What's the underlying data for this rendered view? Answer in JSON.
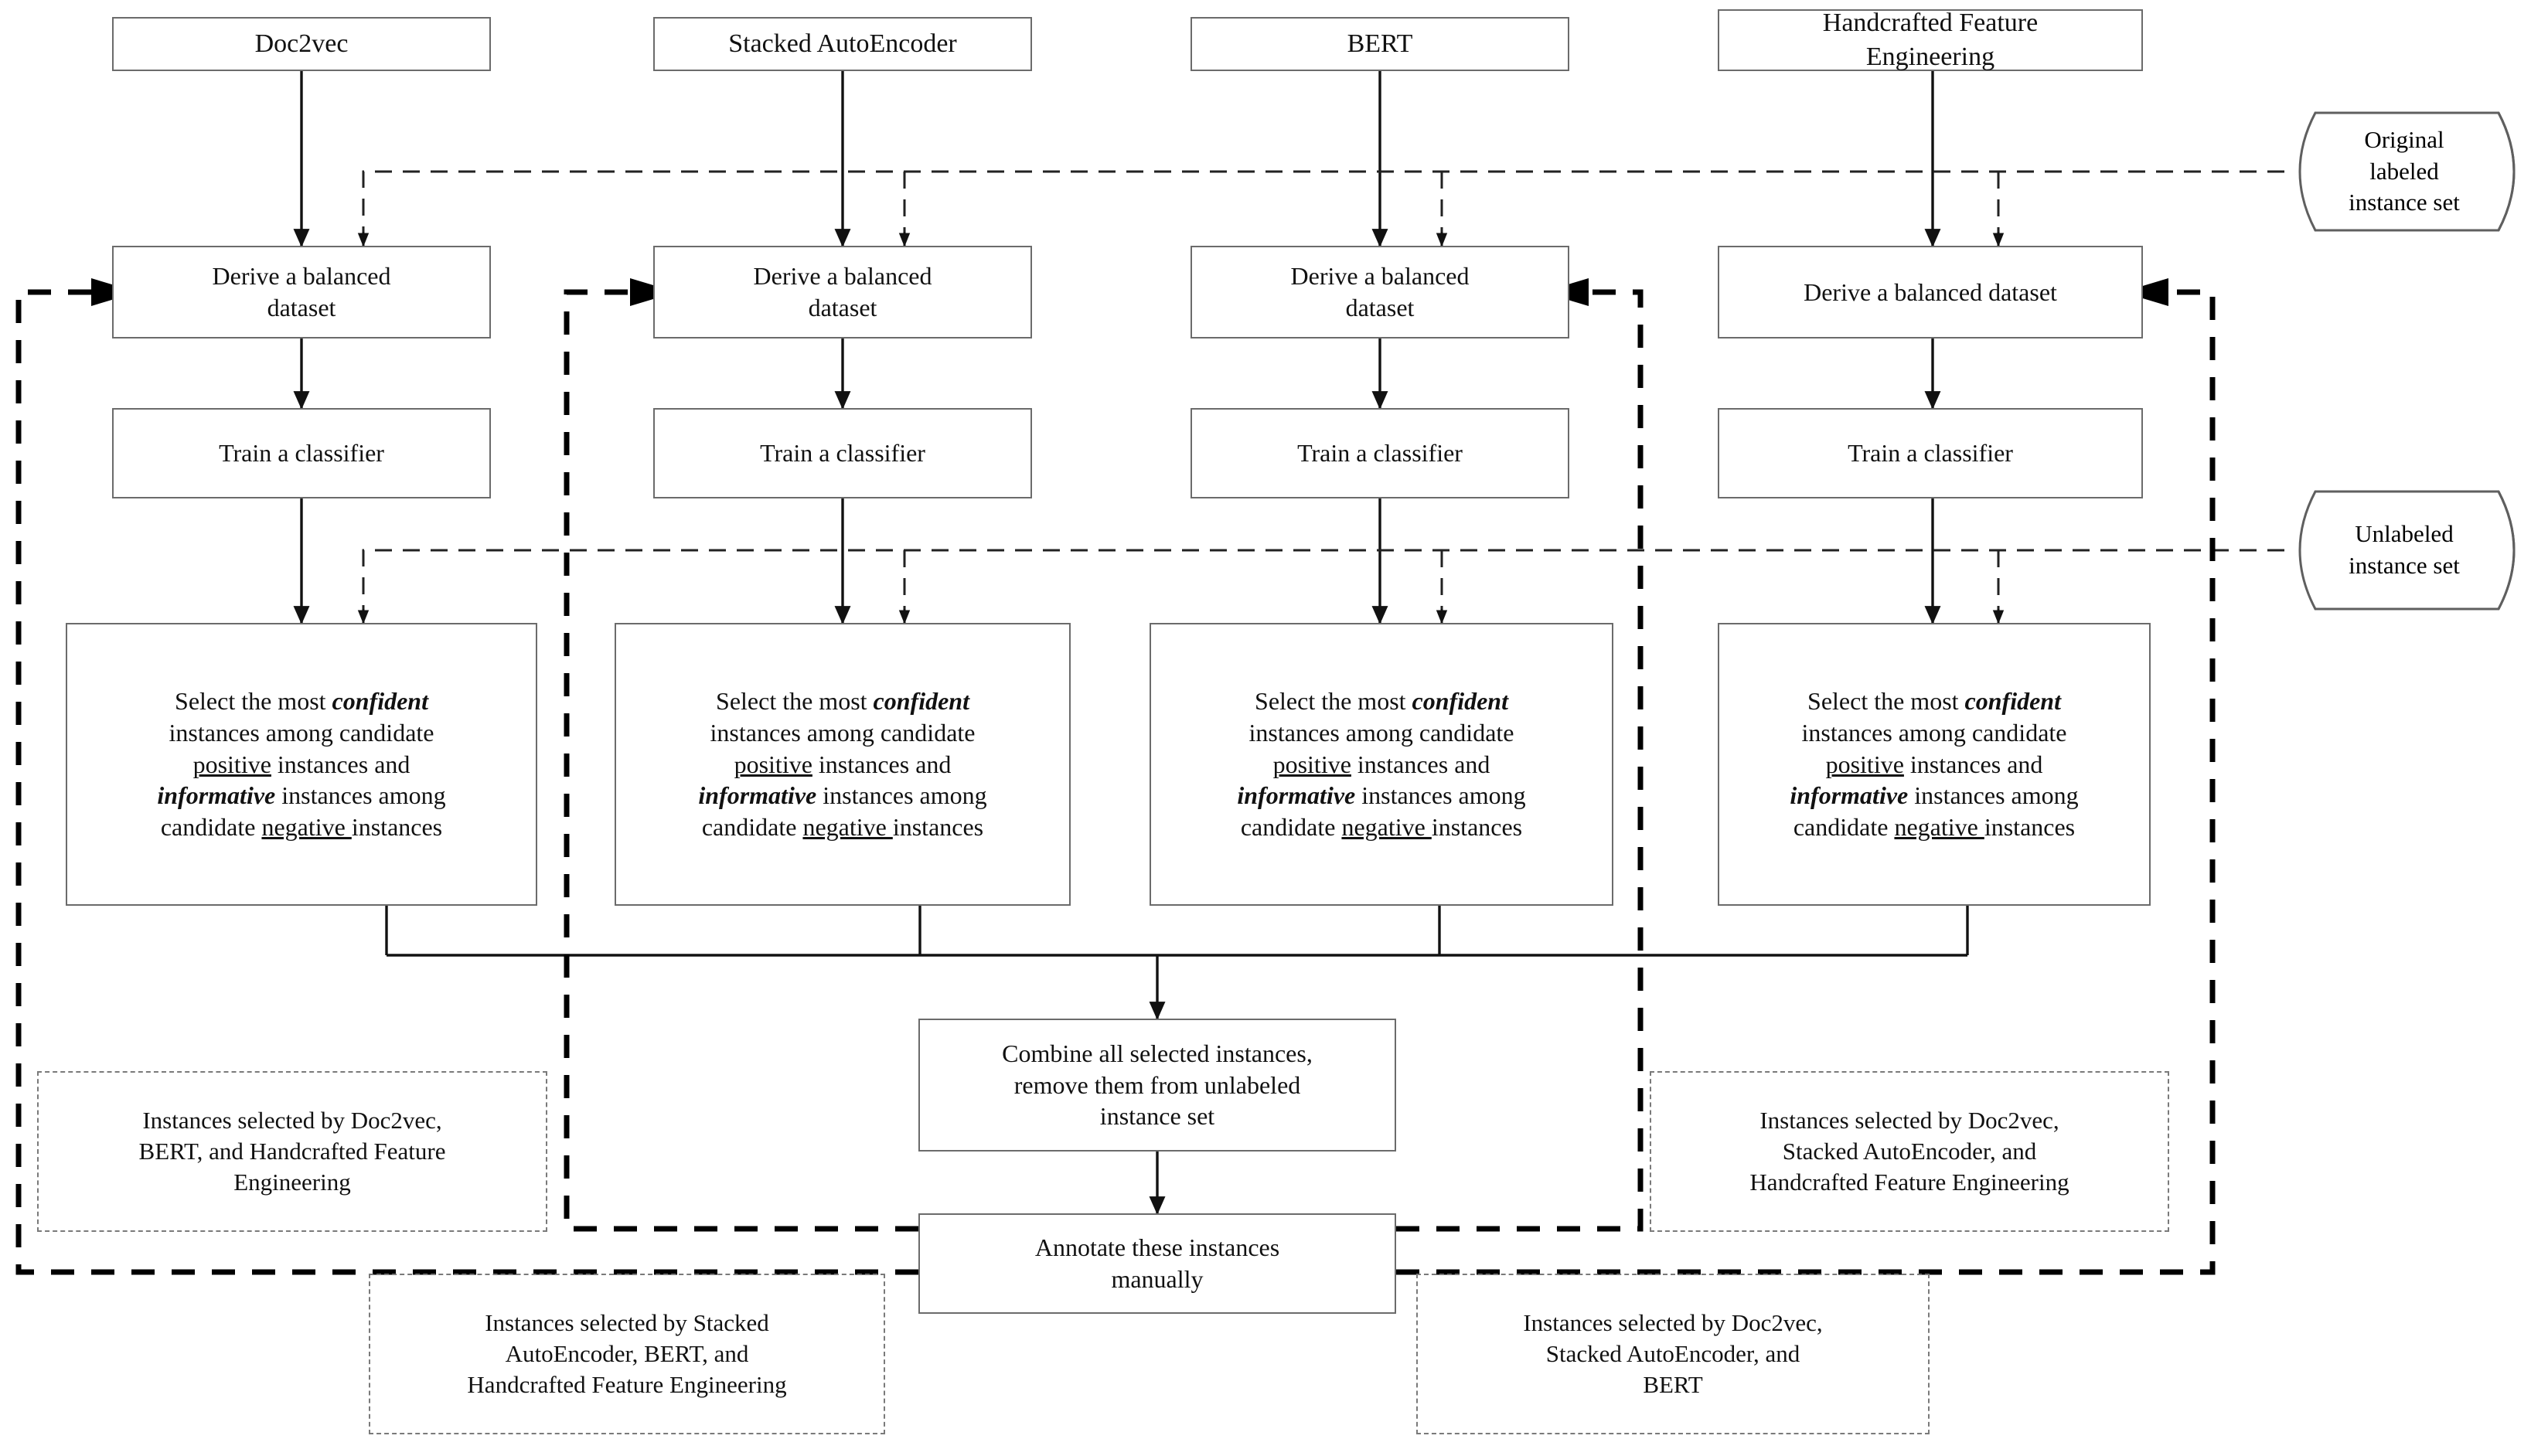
{
  "diagram": {
    "title": "Multi-view active learning workflow",
    "colors": {
      "box_border": "#6b6b6b",
      "line": "#111111",
      "dashed_thin": "#222222",
      "dashed_thick": "#000000",
      "dashed_box": "#7a7a7a",
      "text": "#111111",
      "background": "#ffffff"
    },
    "views": [
      {
        "id": "doc2vec",
        "label": "Doc2vec"
      },
      {
        "id": "sae",
        "label": "Stacked AutoEncoder"
      },
      {
        "id": "bert",
        "label": "BERT"
      },
      {
        "id": "hfe",
        "label": "Handcrafted Feature\nEngineering"
      }
    ],
    "stage_labels": {
      "derive_multiline": "Derive a balanced\ndataset",
      "derive_singleline": "Derive a balanced dataset",
      "train": "Train a classifier"
    },
    "select_box": {
      "line1_plain": "Select the most ",
      "line1_emph": "confident",
      "line2": "instances among candidate",
      "line3_underlined": "positive",
      "line3_rest": " instances and",
      "line4_emph": "informative",
      "line4_rest": " instances among",
      "line5_prefix": "candidate ",
      "line5_underlined": "negative ",
      "line5_suffix": "instances"
    },
    "datastores": [
      {
        "id": "original-labeled",
        "label": "Original\nlabeled\ninstance set"
      },
      {
        "id": "unlabeled",
        "label": "Unlabeled\ninstance set"
      }
    ],
    "combine_box": "Combine all selected instances,\nremove them from unlabeled\ninstance set",
    "annotate_box": "Annotate these instances\nmanually",
    "selection_notes": [
      {
        "id": "note-left",
        "label": "Instances selected by Doc2vec,\nBERT, and Handcrafted Feature\nEngineering"
      },
      {
        "id": "note-right",
        "label": "Instances selected by Doc2vec,\nStacked AutoEncoder, and\nHandcrafted Feature Engineering"
      },
      {
        "id": "note-bottom-left",
        "label": "Instances selected by Stacked\nAutoEncoder, BERT, and\nHandcrafted Feature Engineering"
      },
      {
        "id": "note-bottom-right",
        "label": "Instances selected by Doc2vec,\nStacked AutoEncoder, and\nBERT"
      }
    ]
  }
}
